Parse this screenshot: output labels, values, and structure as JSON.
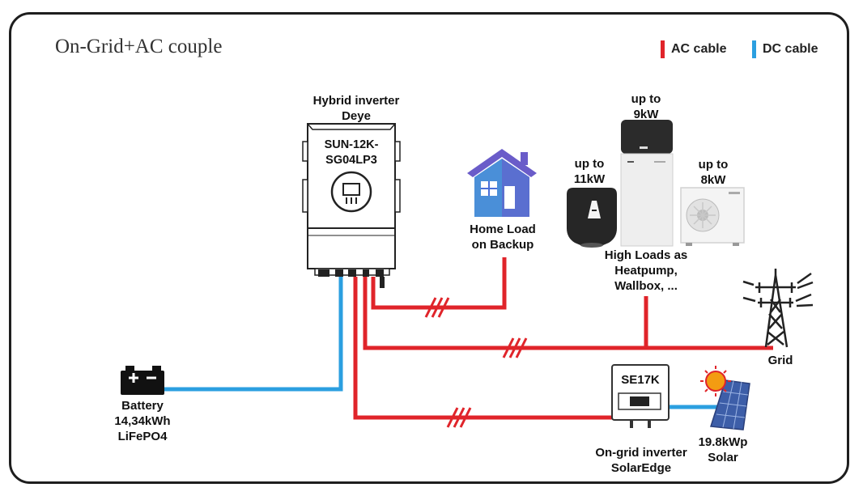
{
  "title": "On-Grid+AC couple",
  "legend": {
    "ac_label": "AC cable",
    "dc_label": "DC cable",
    "ac_color": "#e0242a",
    "dc_color": "#2b9fe0"
  },
  "inverter": {
    "title": "Hybrid inverter\nDeye",
    "model": "SUN-12K-\nSG04LP3"
  },
  "home_load": {
    "label": "Home Load\non Backup"
  },
  "wallbox": {
    "power": "up to\n11kW"
  },
  "heatpump": {
    "power": "up to\n9kW"
  },
  "ac_unit": {
    "power": "up to\n8kW"
  },
  "high_loads": {
    "label": "High Loads as\nHeatpump,\nWallbox, ..."
  },
  "grid": {
    "label": "Grid"
  },
  "battery": {
    "label": "Battery\n14,34kWh\nLiFePO4"
  },
  "ongrid_inverter": {
    "model": "SE17K",
    "label": "On-grid inverter\nSolarEdge"
  },
  "solar": {
    "label": "19.8kWp\nSolar"
  }
}
